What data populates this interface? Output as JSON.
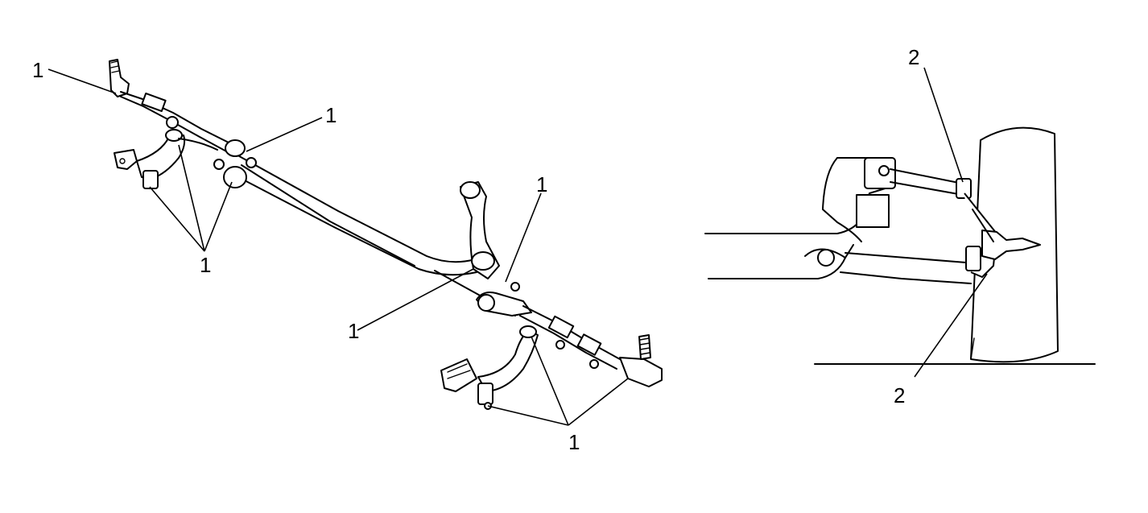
{
  "figure": {
    "left_view": {
      "callouts": {
        "c1_top_left": "1",
        "c1_center_top": "1",
        "c1_bottom_left": "1",
        "c1_right_upper": "1",
        "c1_center_lower": "1",
        "c1_bottom_right": "1"
      }
    },
    "right_view": {
      "callouts": {
        "c2_top": "2",
        "c2_bottom": "2"
      }
    }
  }
}
